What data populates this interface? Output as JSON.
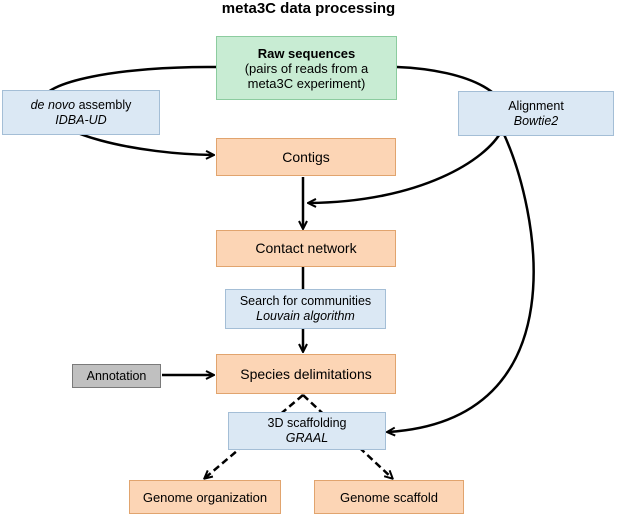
{
  "title": "meta3C data processing",
  "nodes": {
    "raw_sequences": {
      "line1": "Raw sequences",
      "line2": "(pairs of reads from a",
      "line3": "meta3C experiment)"
    },
    "de_novo": {
      "line1_italic": "de novo",
      "line1_rest": " assembly",
      "line2": "IDBA-UD"
    },
    "alignment": {
      "line1": "Alignment",
      "line2": "Bowtie2"
    },
    "contigs": {
      "label": "Contigs"
    },
    "contact_network": {
      "label": "Contact network"
    },
    "communities": {
      "line1": "Search for communities",
      "line2": "Louvain algorithm"
    },
    "annotation": {
      "label": "Annotation"
    },
    "species": {
      "label": "Species delimitations"
    },
    "scaffolding": {
      "line1": "3D scaffolding",
      "line2": "GRAAL"
    },
    "genome_org": {
      "label": "Genome organization"
    },
    "genome_scaffold": {
      "label": "Genome scaffold"
    }
  },
  "colors": {
    "green_fill": "#c8ecd3",
    "orange_fill": "#fcd5b5",
    "blue_fill": "#dbe8f4",
    "gray_fill": "#c0c0c0",
    "arrow": "#000000"
  }
}
